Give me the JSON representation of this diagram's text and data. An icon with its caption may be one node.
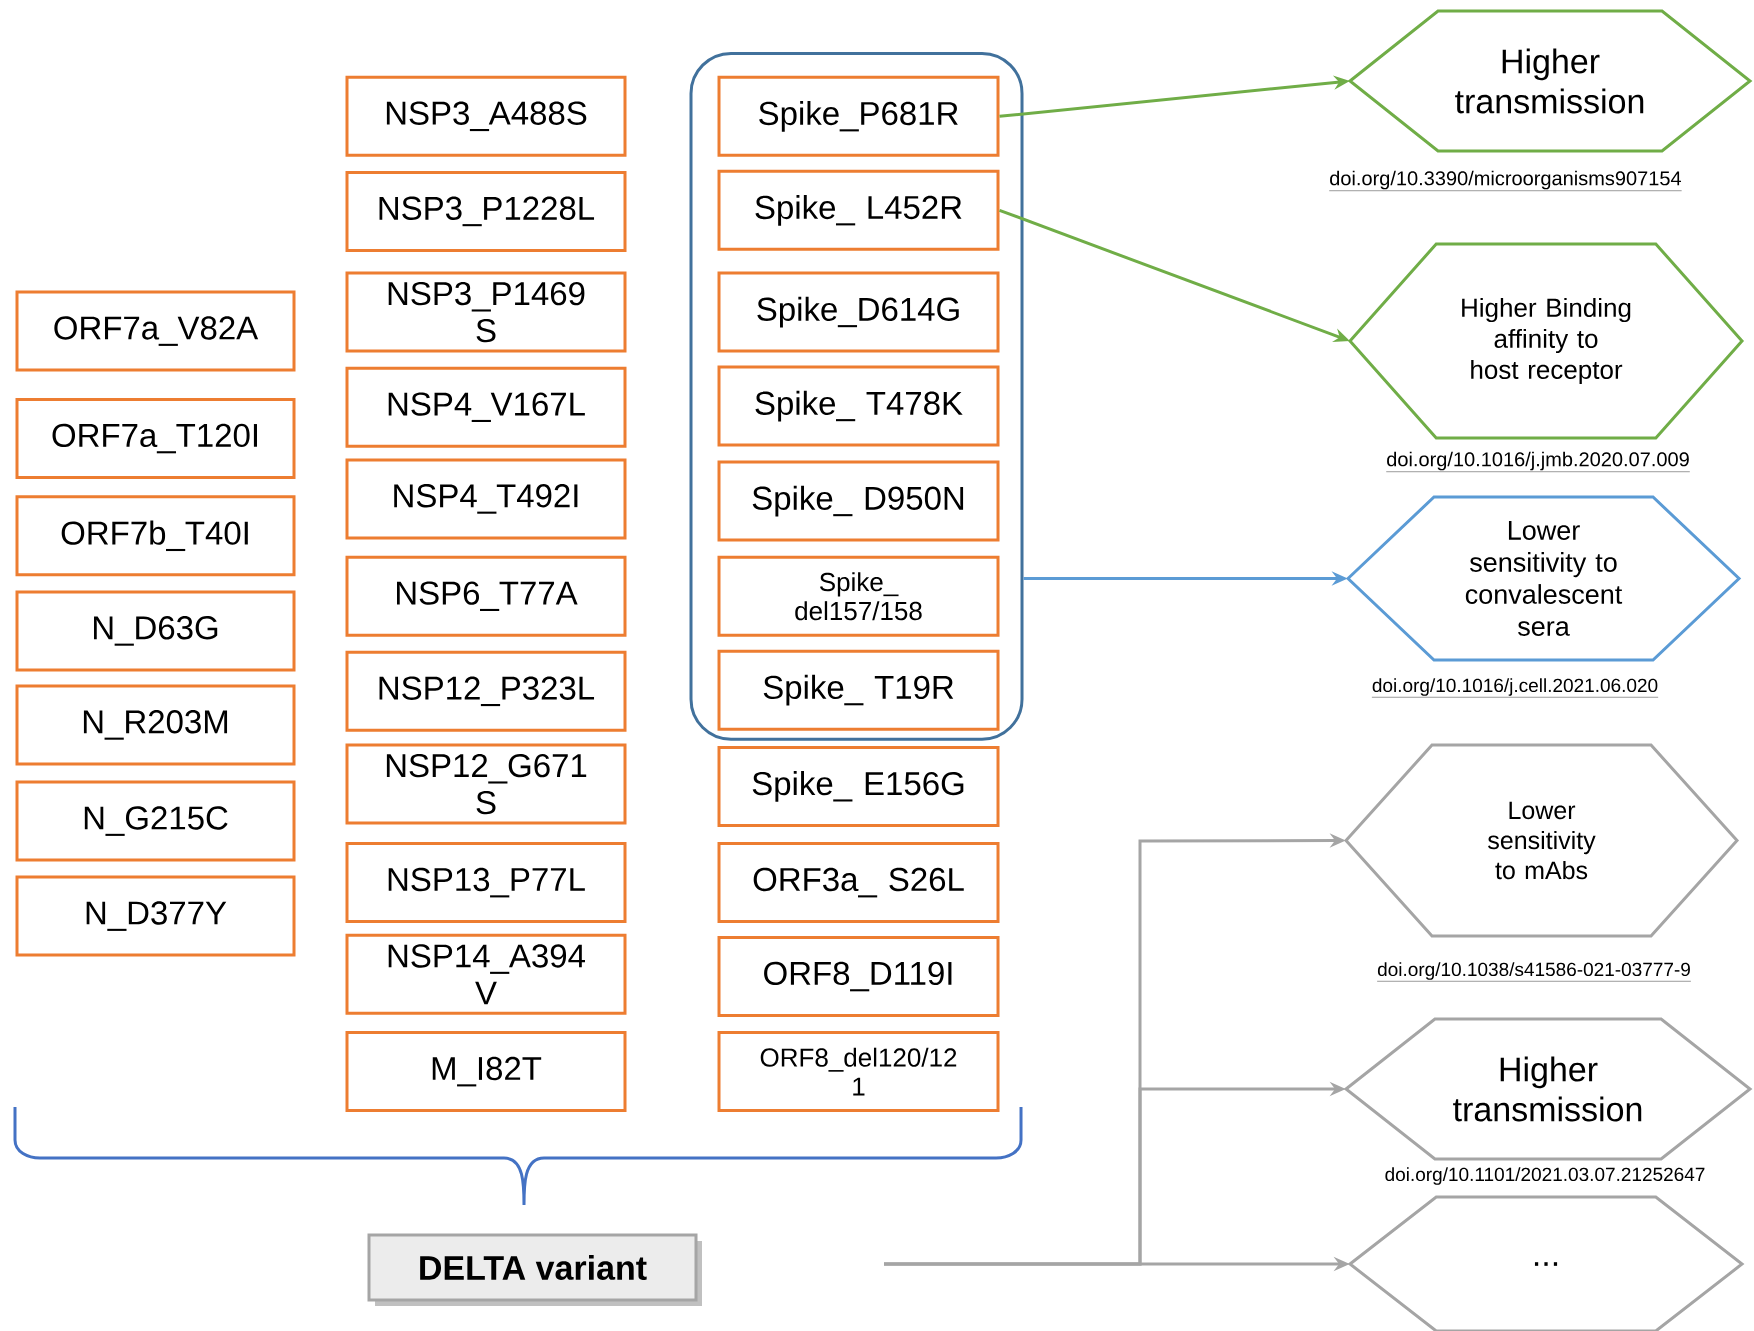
{
  "diagram": {
    "nodes": [
      {
        "text": [
          "ORF7a_V82A"
        ]
      },
      {
        "text": [
          "ORF7a_T120I"
        ]
      },
      {
        "text": [
          "ORF7b_T40I"
        ]
      },
      {
        "text": [
          "N_D63G"
        ]
      },
      {
        "text": [
          "N_R203M"
        ]
      },
      {
        "text": [
          "N_G215C"
        ]
      },
      {
        "text": [
          "N_D377Y"
        ]
      },
      {
        "text": [
          "NSP3_A488S"
        ]
      },
      {
        "text": [
          "NSP3_P1228L"
        ]
      },
      {
        "text": [
          "NSP3_P1469 S"
        ]
      },
      {
        "text": [
          "NSP4_V167L"
        ]
      },
      {
        "text": [
          "NSP4_T492I"
        ]
      },
      {
        "text": [
          "NSP6_T77A"
        ]
      },
      {
        "text": [
          "NSP12_P323L"
        ]
      },
      {
        "text": [
          "NSP12_G671 S"
        ]
      },
      {
        "text": [
          "NSP13_P77L"
        ]
      },
      {
        "text": [
          "NSP14_A394 V"
        ]
      },
      {
        "text": [
          "M_I82T"
        ]
      },
      {
        "text": [],
        "shape": "box"
      },
      {
        "text": [
          "Spike_P681R"
        ],
        "in": 18
      },
      {
        "text": [
          "Spike_ L452R"
        ],
        "in": 18
      },
      {
        "text": [
          "Spike_D614G"
        ],
        "in": 18
      },
      {
        "text": [
          "Spike_ T478K"
        ],
        "in": 18
      },
      {
        "text": [
          "Spike_ D950N"
        ],
        "in": 18
      },
      {
        "text": [
          "Spike_ del157/158"
        ],
        "in": 18
      },
      {
        "text": [
          "Spike_ T19R"
        ],
        "in": 18
      },
      {
        "text": [
          "Spike_ E156G"
        ]
      },
      {
        "text": [
          "ORF3a_ S26L"
        ]
      },
      {
        "text": [
          "ORF8_D119I"
        ]
      },
      {
        "text": [
          "ORF8_del120/12 1"
        ]
      },
      {
        "text": [
          "DELTA variant"
        ]
      },
      {
        "text": [
          "Higher transmission"
        ],
        "beside": [
          "doi.org/10.3390/microorganisms907154"
        ]
      },
      {
        "text": [
          "Higher Binding affinity to host receptor"
        ],
        "beside": [
          "doi.org/10.1016/j.jmb.2020.07.009"
        ]
      },
      {
        "text": [
          "Lower sensitivity to convalescent sera"
        ],
        "beside": [
          "doi.org/10.1016/j.cell.2021.06.020"
        ]
      },
      {
        "text": [
          "Lower sensitivity to mAbs"
        ],
        "beside": [
          "doi.org/10.1038/s41586-021-03777-9"
        ]
      },
      {
        "text": [
          "Higher transmission"
        ],
        "beside": [
          "doi.org/10.1101/2021.03.07.21252647"
        ]
      },
      {
        "text": [
          "..."
        ]
      }
    ],
    "edges": [
      {
        "from": 19,
        "to": 31,
        "arrow": "to",
        "color": "#70ad47"
      },
      {
        "from": 20,
        "to": 32,
        "arrow": "to",
        "color": "#70ad47"
      },
      {
        "from": 18,
        "to": 33,
        "arrow": "to",
        "color": "#5b9bd5"
      },
      {
        "from": null,
        "to": 34,
        "arrow": "to"
      },
      {
        "from": null,
        "to": 35,
        "arrow": "to"
      },
      {
        "from": null,
        "to": 36,
        "arrow": "to"
      }
    ]
  }
}
